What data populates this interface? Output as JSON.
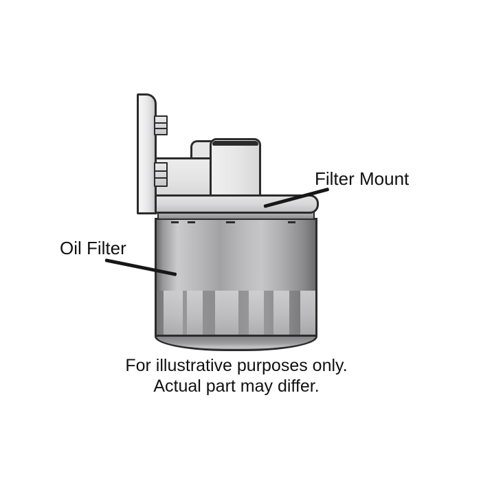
{
  "diagram": {
    "labels": {
      "filter_mount": "Filter Mount",
      "oil_filter": "Oil Filter"
    },
    "disclaimer": {
      "line1": "For illustrative purposes only.",
      "line2": "Actual part may differ."
    },
    "colors": {
      "background": "#ffffff",
      "outline": "#2b2b2b",
      "text": "#111111",
      "leader_line": "#171717",
      "metal_highlight": "#cbcbcd",
      "metal_mid": "#a2a2a4",
      "metal_dark": "#6b6b6d",
      "mount_fill": "#e3e3e4"
    }
  }
}
